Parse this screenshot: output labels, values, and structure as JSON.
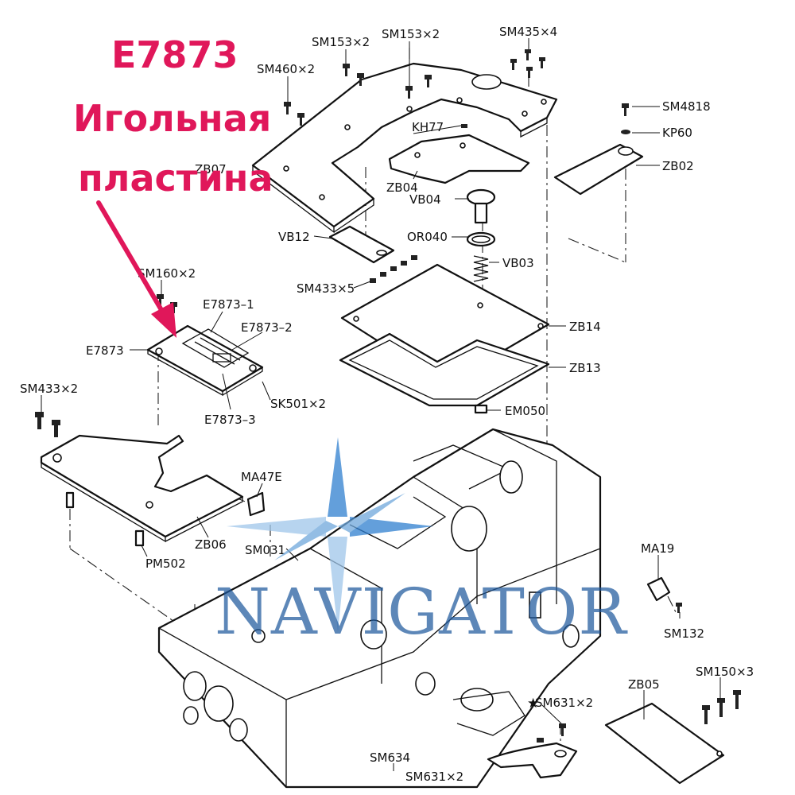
{
  "title": {
    "code": "E7873",
    "line1": "Игольная",
    "line2": "пластина",
    "color": "#e0175a"
  },
  "watermark": {
    "text": "NAVIGATOR",
    "color": "#1f5a9e"
  },
  "labels": {
    "sm153_2a": "SM153×2",
    "sm153_2b": "SM153×2",
    "sm435_4": "SM435×4",
    "sm460_2": "SM460×2",
    "sm4818": "SM4818",
    "kp60": "KP60",
    "kh77": "KH77",
    "zb07": "ZB07",
    "zb02": "ZB02",
    "zb04": "ZB04",
    "vb04": "VB04",
    "or040": "OR040",
    "vb12": "VB12",
    "vb03": "VB03",
    "sm433_5": "SM433×5",
    "sm160_2": "SM160×2",
    "e7873_1": "E7873–1",
    "e7873_2": "E7873–2",
    "e7873": "E7873",
    "zb14": "ZB14",
    "zb13": "ZB13",
    "sk501_2": "SK501×2",
    "e7873_3": "E7873–3",
    "sm433_2": "SM433×2",
    "em050": "EM050",
    "ma47e": "MA47E",
    "zb06": "ZB06",
    "sm031": "SM031",
    "pm502": "PM502",
    "ma19": "MA19",
    "sm132": "SM132",
    "sm150_3": "SM150×3",
    "zb05": "ZB05",
    "sm631_2a": "SM631×2",
    "sm634": "SM634",
    "sm631_2b": "SM631×2"
  }
}
